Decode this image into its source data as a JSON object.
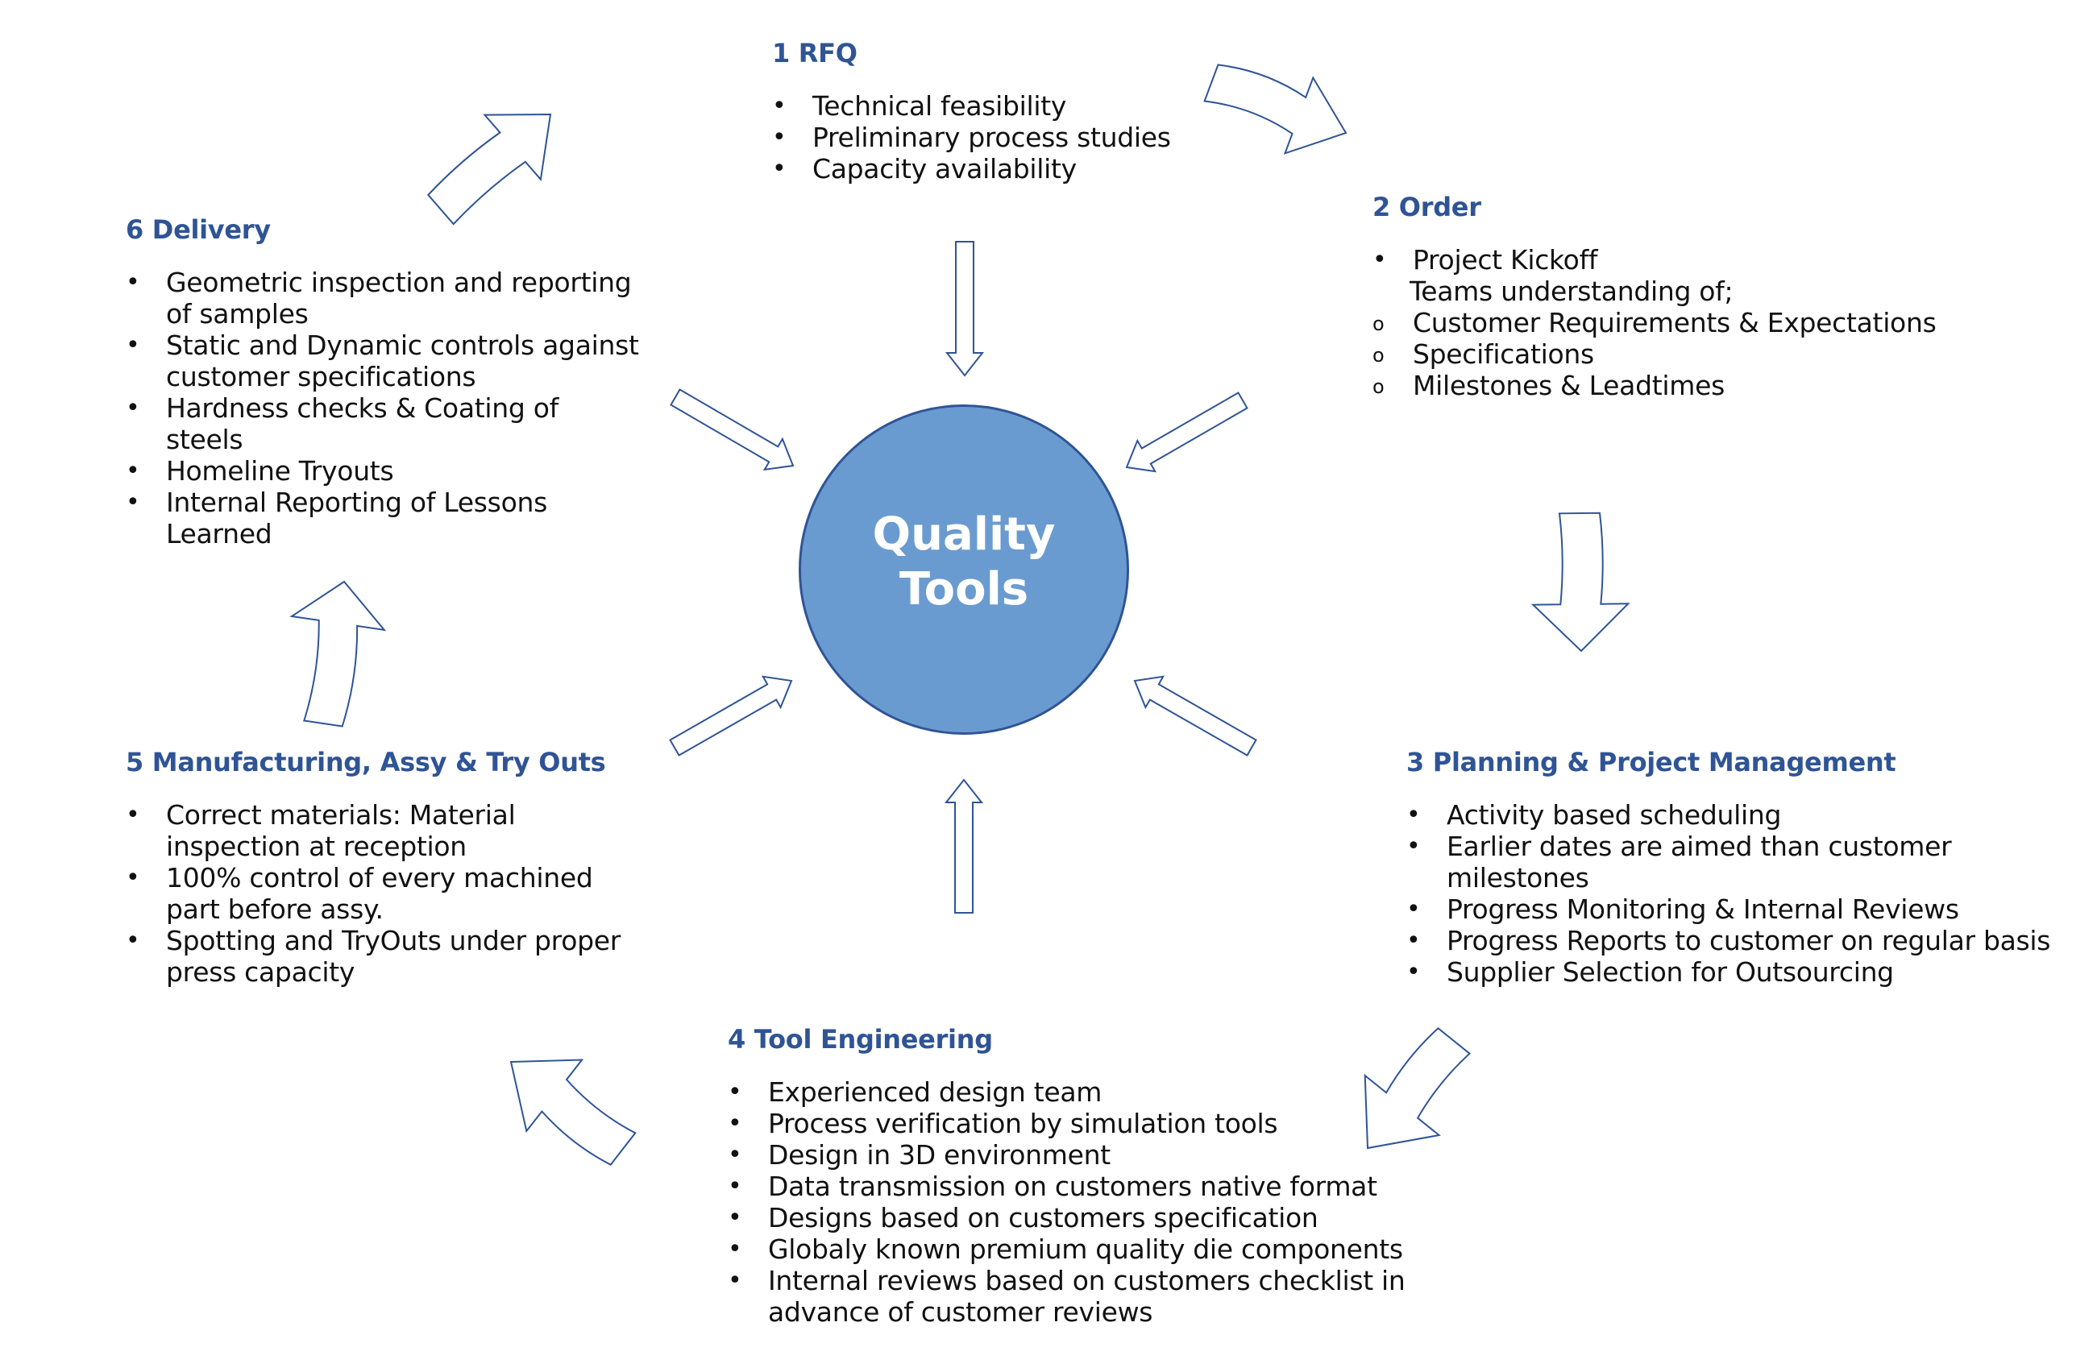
{
  "center": {
    "label": "Quality\nTools",
    "fill_color": "#6a9bd0",
    "border_color": "#2f5496"
  },
  "colors": {
    "title": "#2f5496",
    "arrow_stroke": "#2f5496",
    "text": "#111111"
  },
  "stages": {
    "rfq": {
      "title": "1 RFQ",
      "items": [
        {
          "type": "bullet",
          "text": "Technical feasibility"
        },
        {
          "type": "bullet",
          "text": "Preliminary process studies"
        },
        {
          "type": "bullet",
          "text": "Capacity availability"
        }
      ]
    },
    "order": {
      "title": "2 Order",
      "items": [
        {
          "type": "bullet",
          "text": "Project Kickoff"
        },
        {
          "type": "plain",
          "text": "Teams understanding of;"
        },
        {
          "type": "sub",
          "text": "Customer Requirements & Expectations"
        },
        {
          "type": "sub",
          "text": "Specifications"
        },
        {
          "type": "sub",
          "text": "Milestones & Leadtimes"
        }
      ]
    },
    "planning": {
      "title": "3 Planning & Project Management",
      "items": [
        {
          "type": "bullet",
          "text": "Activity based scheduling"
        },
        {
          "type": "bullet",
          "text": "Earlier dates are aimed than customer milestones"
        },
        {
          "type": "bullet",
          "text": "Progress Monitoring & Internal Reviews"
        },
        {
          "type": "bullet",
          "text": "Progress Reports to customer on regular basis"
        },
        {
          "type": "bullet",
          "text": "Supplier Selection for Outsourcing"
        }
      ]
    },
    "engineering": {
      "title": "4 Tool Engineering",
      "items": [
        {
          "type": "bullet",
          "text": "Experienced design team"
        },
        {
          "type": "bullet",
          "text": "Process verification by simulation tools"
        },
        {
          "type": "bullet",
          "text": "Design in 3D environment"
        },
        {
          "type": "bullet",
          "text": "Data transmission on customers native format"
        },
        {
          "type": "bullet",
          "text": "Designs based on customers specification"
        },
        {
          "type": "bullet",
          "text": "Globaly known premium quality die components"
        },
        {
          "type": "bullet",
          "text": " Internal reviews based on customers checklist in advance of customer reviews"
        }
      ]
    },
    "manufacturing": {
      "title": "5 Manufacturing, Assy & Try Outs",
      "items": [
        {
          "type": "bullet",
          "text": "Correct materials: Material inspection at reception"
        },
        {
          "type": "bullet",
          "text": "100% control of every machined part before assy."
        },
        {
          "type": "bullet",
          "text": "Spotting and TryOuts under proper press capacity"
        }
      ]
    },
    "delivery": {
      "title": "6 Delivery",
      "items": [
        {
          "type": "bullet",
          "text": "Geometric inspection and reporting of samples"
        },
        {
          "type": "bullet",
          "text": "Static and Dynamic controls against customer specifications"
        },
        {
          "type": "bullet",
          "text": "Hardness checks & Coating of steels"
        },
        {
          "type": "bullet",
          "text": "Homeline Tryouts"
        },
        {
          "type": "bullet",
          "text": "Internal Reporting of Lessons Learned"
        }
      ]
    }
  }
}
